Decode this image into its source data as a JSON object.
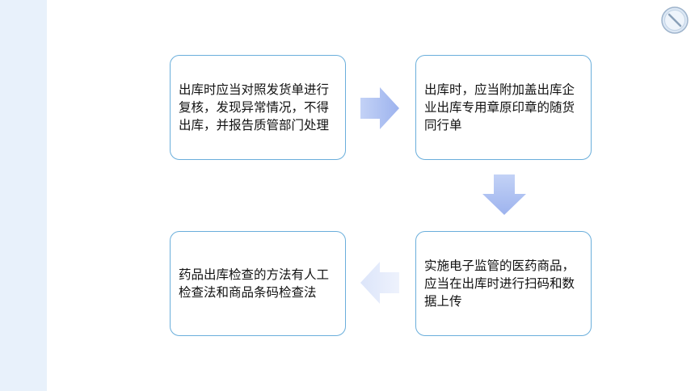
{
  "diagram": {
    "steps": [
      {
        "text": "出库时应当对照发货单进行复核，发现异常情况，不得出库，并报告质管部门处理"
      },
      {
        "text": "出库时，应当附加盖出库企业出库专用章原印章的随货同行单"
      },
      {
        "text": "实施电子监管的医药商品，应当在出库时进行扫码和数据上传"
      },
      {
        "text": "药品出库检查的方法有人工检查法和商品条码检查法"
      }
    ],
    "arrow_directions": [
      "right",
      "down",
      "left"
    ]
  },
  "colors": {
    "sidebar": "#e8f1fb",
    "box_border": "#6aaedb",
    "arrow_fill": "#a9bdf0"
  },
  "icons": {
    "corner": "pencil-circle-icon"
  }
}
